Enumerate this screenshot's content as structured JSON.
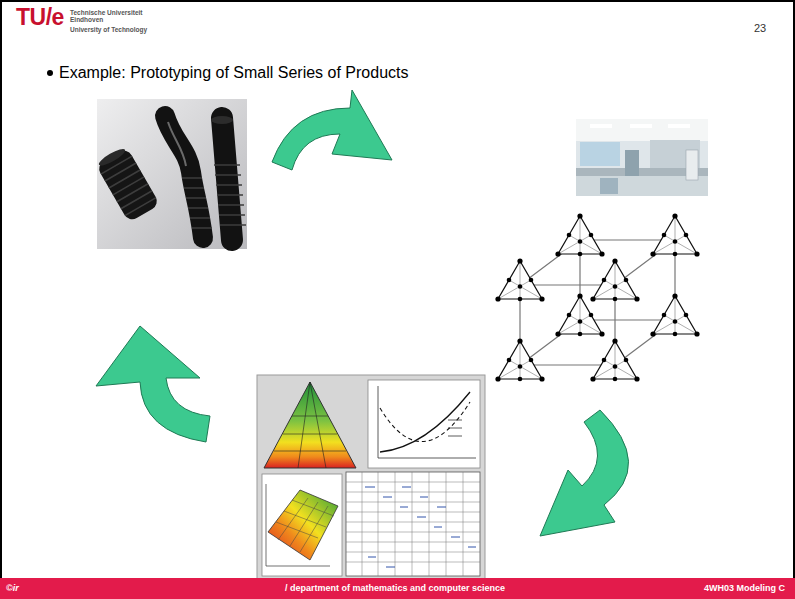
{
  "diagram": {
    "title": "Example: Prototyping of Small Series of Products",
    "labels": [
      "TU/e",
      "Technische Universiteit Eindhoven",
      "University of Technology",
      "23",
      "©ir",
      "/ department of mathematics and computer science",
      "4WH03 Modeling C"
    ]
  }
}
